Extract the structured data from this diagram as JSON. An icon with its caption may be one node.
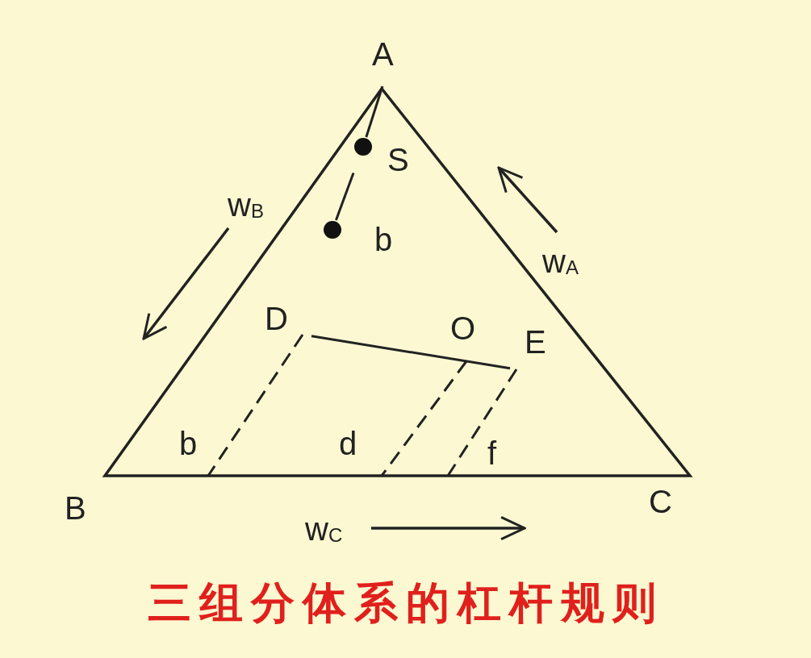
{
  "diagram": {
    "caption": "三组分体系的杠杆规则",
    "nodes": [
      {
        "text": [
          "A"
        ]
      },
      {
        "text": [
          "S"
        ]
      },
      {
        "text": [
          "b"
        ]
      },
      {
        "text": [
          "D"
        ]
      },
      {
        "text": [
          "E"
        ]
      }
    ],
    "edges": [
      {
        "from": 0,
        "to": 1,
        "arrow": "none"
      },
      {
        "from": 1,
        "to": 2,
        "arrow": "none"
      },
      {
        "from": 3,
        "to": 4,
        "arrow": "none"
      }
    ],
    "labels": [
      "w$_{B}$",
      "w$_{A}$",
      "O",
      "b",
      "d",
      "f",
      "B",
      "C",
      "w$_{C}$"
    ]
  }
}
